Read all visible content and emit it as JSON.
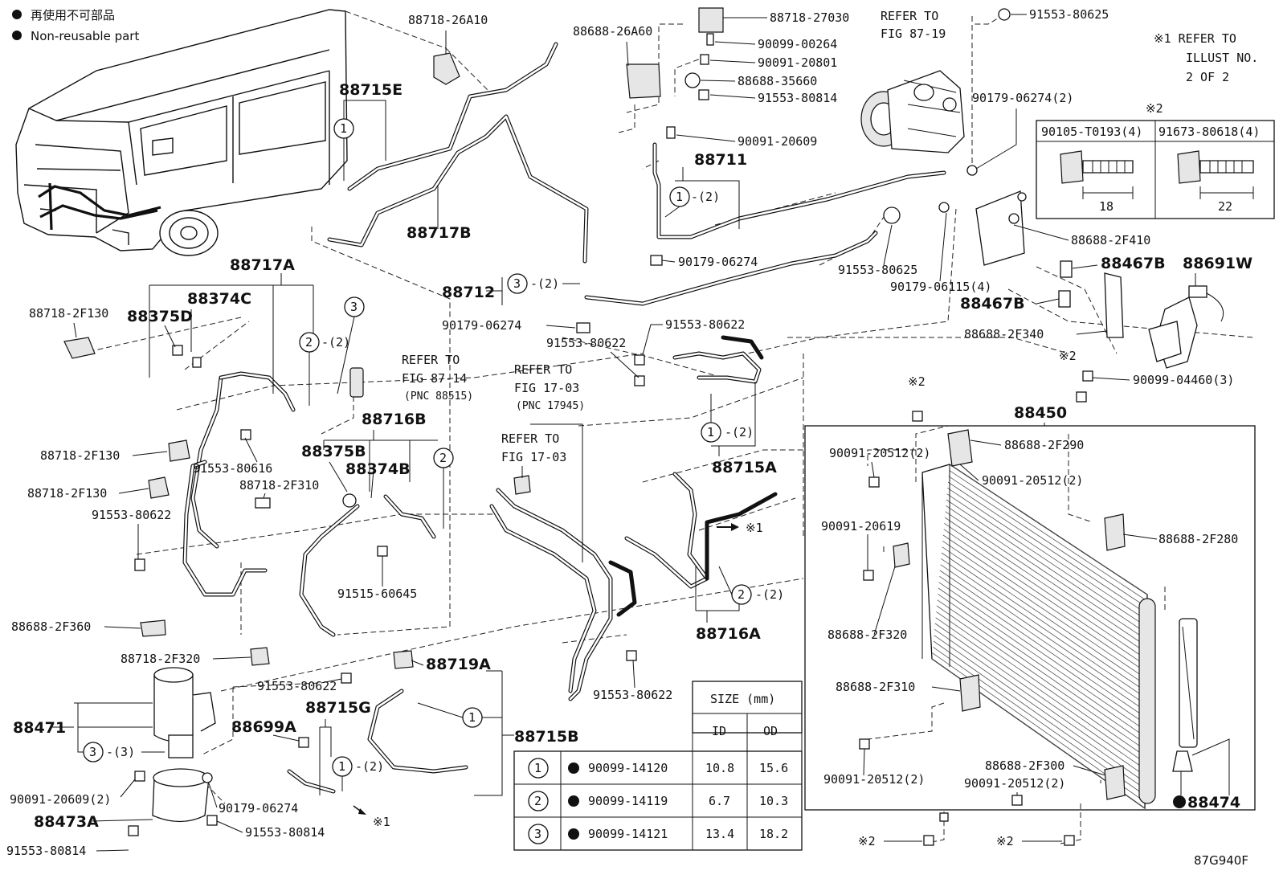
{
  "legend": {
    "ja": "再使用不可部品",
    "en": "Non-reusable part"
  },
  "note_top_right": {
    "line1": "※1 REFER TO",
    "line2": "ILLUST NO.",
    "line3": "2 OF 2"
  },
  "refer_compressor": {
    "line1": "REFER TO",
    "line2": "FIG 87-19"
  },
  "refer_valve": {
    "line1": "REFER TO",
    "line2": "FIG 87-14",
    "line3": "(PNC 88515)"
  },
  "refer_1703a": {
    "line1": "REFER TO",
    "line2": "FIG 17-03",
    "line3": "(PNC 17945)"
  },
  "refer_1703b": {
    "line1": "REFER TO",
    "line2": "FIG 17-03"
  },
  "bolt_table": {
    "mark": "※2",
    "col1": "90105-T0193(4)",
    "col2": "91673-80618(4)",
    "len1": "18",
    "len2": "22"
  },
  "size_table": {
    "title": "SIZE (mm)",
    "id_header": "ID",
    "od_header": "OD",
    "rows": [
      {
        "num": "1",
        "part": "90099-14120",
        "id": "10.8",
        "od": "15.6"
      },
      {
        "num": "2",
        "part": "90099-14119",
        "id": "6.7",
        "od": "10.3"
      },
      {
        "num": "3",
        "part": "90099-14121",
        "id": "13.4",
        "od": "18.2"
      }
    ]
  },
  "circle_labels": [
    {
      "num": "1",
      "qty": ""
    },
    {
      "num": "1",
      "qty": "-(2)"
    },
    {
      "num": "3",
      "qty": "-(2)"
    },
    {
      "num": "2",
      "qty": "-(2)"
    },
    {
      "num": "3",
      "qty": ""
    },
    {
      "num": "2",
      "qty": ""
    },
    {
      "num": "1",
      "qty": "-(2)"
    },
    {
      "num": "2",
      "qty": "-(2)"
    },
    {
      "num": "1",
      "qty": ""
    },
    {
      "num": "3",
      "qty": "-(3)"
    },
    {
      "num": "1",
      "qty": "-(2)"
    }
  ],
  "parts": {
    "p1": "88718-26A10",
    "p2": "88688-26A60",
    "p3": "88718-27030",
    "p4": "90099-00264",
    "p5": "90091-20801",
    "p6": "88688-35660",
    "p7": "91553-80814",
    "p8": "90091-20609",
    "p9": "88711",
    "p10": "91553-80625",
    "p11": "90179-06274(2)",
    "p12": "88715E",
    "p13": "88717B",
    "p14": "90179-06274",
    "p15": "91553-80625",
    "p16": "90179-06115(4)",
    "p17": "88688-2F410",
    "p18": "88467B",
    "p19": "88691W",
    "p20": "88467B",
    "p21": "88688-2F340",
    "p22": "90099-04460(3)",
    "p23": "88712",
    "p24": "90179-06274",
    "p25": "91553-80622",
    "p26": "91553-80622",
    "p27": "88715A",
    "p28": "88717A",
    "p29": "88374C",
    "p30": "88718-2F130",
    "p31": "88375D",
    "p32": "88716B",
    "p33": "88375B",
    "p34": "88374B",
    "p35": "88718-2F130",
    "p36": "91553-80616",
    "p37": "88718-2F310",
    "p38": "88718-2F130",
    "p39": "91553-80622",
    "p40": "91515-60645",
    "p41": "88688-2F360",
    "p42": "88718-2F320",
    "p43": "91553-80622",
    "p44": "88719A",
    "p45": "88715G",
    "p46": "88715B",
    "p47": "88699A",
    "p48": "88471",
    "p49": "90091-20609(2)",
    "p50": "90179-06274",
    "p51": "88473A",
    "p52": "91553-80814",
    "p53": "91553-80814",
    "p54": "91553-80622",
    "p55": "88716A",
    "p56": "88450",
    "p57": "90091-20512(2)",
    "p58": "88688-2F290",
    "p59": "90091-20512(2)",
    "p60": "90091-20619",
    "p61": "88688-2F280",
    "p62": "88688-2F320",
    "p63": "88688-2F310",
    "p64": "90091-20512(2)",
    "p65": "88688-2F300",
    "p66": "90091-20512(2)",
    "p67": "88474"
  },
  "mark_ref1": "※1",
  "mark_ref2": "※2",
  "figure_code": "87G940F"
}
